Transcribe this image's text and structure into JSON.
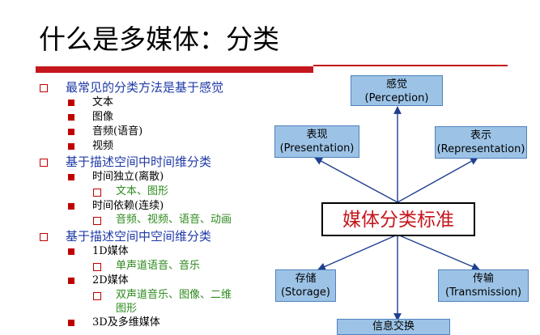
{
  "slide": {
    "title": "什么是多媒体：分类"
  },
  "bullets": [
    {
      "level": 1,
      "text": "最常见的分类方法是基于感觉"
    },
    {
      "level": 2,
      "text": "文本"
    },
    {
      "level": 2,
      "text": "图像"
    },
    {
      "level": 2,
      "text": "音频(语音)"
    },
    {
      "level": 2,
      "text": "视频"
    },
    {
      "level": 1,
      "text": "基于描述空间中时间维分类"
    },
    {
      "level": 2,
      "text": "时间独立(离散)"
    },
    {
      "level": 3,
      "text": "文本、图形"
    },
    {
      "level": 2,
      "text": "时间依赖(连续)"
    },
    {
      "level": 3,
      "text": "音频、视频、语音、动画"
    },
    {
      "level": 1,
      "text": "基于描述空间中空间维分类"
    },
    {
      "level": 2,
      "text": "1D媒体"
    },
    {
      "level": 3,
      "text": "单声道语音、音乐"
    },
    {
      "level": 2,
      "text": "2D媒体"
    },
    {
      "level": 3,
      "text": "双声道音乐、图像、二维"
    },
    {
      "level": 3,
      "text": "图形"
    },
    {
      "level": 2,
      "text": "3D及多维媒体"
    }
  ],
  "diagram": {
    "center": "媒体分类标准",
    "perception": {
      "zh": "感觉",
      "en": "(Perception)"
    },
    "presentation": {
      "zh": "表现",
      "en": "(Presentation)"
    },
    "representation": {
      "zh": "表示",
      "en": "(Representation)"
    },
    "storage": {
      "zh": "存储",
      "en": "(Storage)"
    },
    "transmission": {
      "zh": "传输",
      "en": "(Transmission)"
    },
    "bottom_partial": "信息交换"
  },
  "colors": {
    "accent_red": "#c4161c",
    "heading_blue": "#1f3aa6",
    "sub_green": "#2e8b1e",
    "box_blue": "#9cc3e6"
  }
}
